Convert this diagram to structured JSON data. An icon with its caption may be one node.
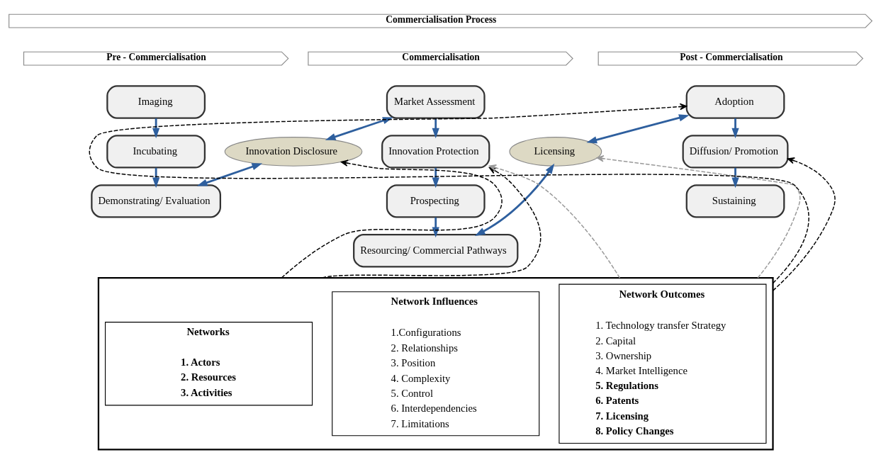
{
  "diagram": {
    "nodes": [
      {
        "text": [
          "Commercialisation Process"
        ]
      },
      {
        "text": [
          "Pre - Commercialisation"
        ]
      },
      {
        "text": [
          "Commercialisation"
        ]
      },
      {
        "text": [
          "Post - Commercialisation"
        ]
      },
      {
        "text": [
          "Imaging"
        ]
      },
      {
        "text": [
          "Incubating"
        ]
      },
      {
        "text": [
          "Demonstrating/ Evaluation"
        ]
      },
      {
        "text": [
          "Innovation Disclosure"
        ]
      },
      {
        "text": [
          "Market Assessment"
        ]
      },
      {
        "text": [
          "Innovation Protection"
        ]
      },
      {
        "text": [
          "Prospecting"
        ]
      },
      {
        "text": [
          "Resourcing/ Commercial Pathways"
        ]
      },
      {
        "text": [
          "Licensing"
        ]
      },
      {
        "text": [
          "Adoption"
        ]
      },
      {
        "text": [
          "Diffusion/ Promotion"
        ]
      },
      {
        "text": [
          "Sustaining"
        ]
      },
      {
        "text": [],
        "shape": "box"
      },
      {
        "text": [
          "Networks",
          "1. Actors",
          "2. Resources",
          "3. Activities"
        ],
        "in": 16
      },
      {
        "text": [
          "Network Influences",
          "1.Configurations",
          "2. Relationships",
          "3. Position",
          "4. Complexity",
          "5. Control",
          "6. Interdependencies",
          "7. Limitations"
        ],
        "in": 16
      },
      {
        "text": [
          "Network Outcomes",
          "1. Technology transfer Strategy",
          "2. Capital",
          "3. Ownership",
          "4. Market Intelligence",
          "5. Regulations",
          "6. Patents",
          "7. Licensing",
          "8. Policy Changes"
        ],
        "in": 16
      }
    ],
    "edges": [
      {
        "from": 4,
        "to": 5,
        "arrow": "to"
      },
      {
        "from": 5,
        "to": 6,
        "arrow": "to"
      },
      {
        "from": 6,
        "to": 7,
        "arrow": "both"
      },
      {
        "from": 7,
        "to": 8,
        "arrow": "both"
      },
      {
        "from": 8,
        "to": 9,
        "arrow": "to"
      },
      {
        "from": 9,
        "to": 10,
        "arrow": "to"
      },
      {
        "from": 10,
        "to": 11,
        "arrow": "to"
      },
      {
        "from": 11,
        "to": 12,
        "arrow": "both"
      },
      {
        "from": 12,
        "to": 13,
        "arrow": "both"
      },
      {
        "from": 13,
        "to": 14,
        "arrow": "to"
      },
      {
        "from": 14,
        "to": 15,
        "arrow": "to"
      },
      {
        "from": 16,
        "to": 7,
        "arrow": "to",
        "style": "dashed",
        "color": "#000000"
      },
      {
        "from": 16,
        "to": 9,
        "arrow": "to",
        "style": "dashed",
        "color": "#000000"
      },
      {
        "from": 16,
        "to": 13,
        "arrow": "to",
        "style": "dashed",
        "color": "#000000"
      },
      {
        "from": 16,
        "to": 14,
        "arrow": "to",
        "style": "dashed",
        "color": "#000000"
      },
      {
        "from": 16,
        "to": 12,
        "arrow": "to",
        "style": "dashed",
        "color": "#999999"
      },
      {
        "from": 16,
        "to": 9,
        "arrow": "to",
        "style": "dashed",
        "color": "#999999"
      }
    ]
  }
}
